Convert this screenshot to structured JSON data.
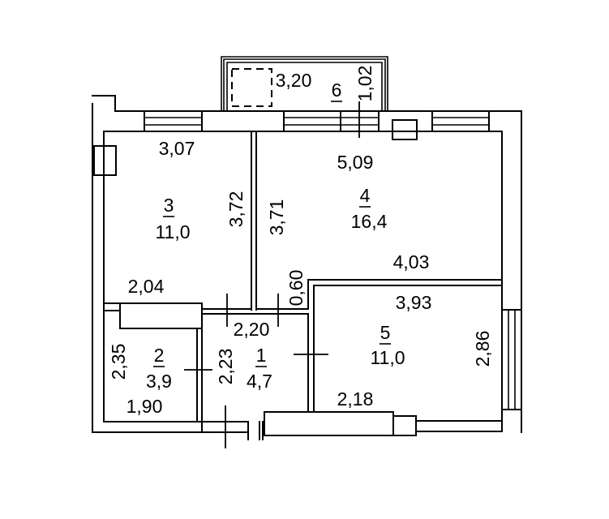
{
  "colors": {
    "line": "#000000",
    "background": "#ffffff"
  },
  "rooms": {
    "r1": {
      "number": "1",
      "area": "4,7"
    },
    "r2": {
      "number": "2",
      "area": "3,9"
    },
    "r3": {
      "number": "3",
      "area": "11,0"
    },
    "r4": {
      "number": "4",
      "area": "16,4"
    },
    "r5": {
      "number": "5",
      "area": "11,0"
    },
    "r6": {
      "number": "6"
    }
  },
  "dimensions": {
    "r6_width": "3,20",
    "r6_depth": "1,02",
    "r3_width": "3,07",
    "r3_length": "3,72",
    "r4_length": "3,71",
    "r4_width_top": "5,09",
    "r4_width_bottom": "4,03",
    "r4_niche": "0,60",
    "r2_width_top": "2,04",
    "r2_length": "2,35",
    "r2_width_bottom": "1,90",
    "r1_width": "2,20",
    "r1_length": "2,23",
    "r5_width_top": "3,93",
    "r5_length": "2,86",
    "r5_width_bottom": "2,18"
  }
}
